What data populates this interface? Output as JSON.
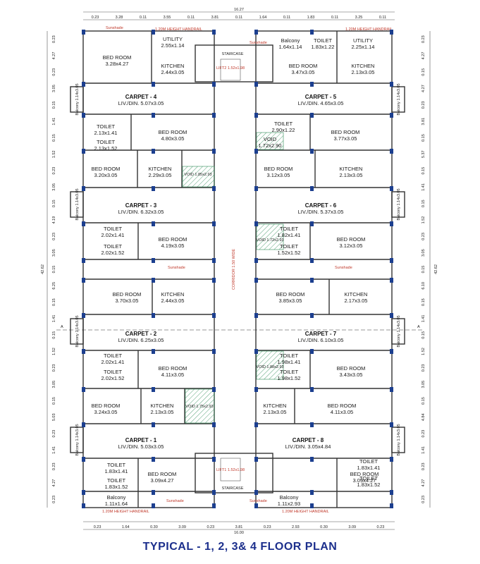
{
  "caption": "TYPICAL - 1, 2, 3& 4 FLOOR PLAN",
  "overall_top": "16.27",
  "overall_bottom": "16.00",
  "overall_side": "42.62",
  "corridor": "CORRIDOR 1.50 WIDE",
  "top_dims": [
    "0.23",
    "3.28",
    "0.11",
    "3.55",
    "0.11",
    "3.81",
    "0.11",
    "1.64",
    "0.11",
    "1.83",
    "0.11",
    "3.25",
    "0.11"
  ],
  "bottom_dims": [
    "0.23",
    "1.64",
    "0.30",
    "3.09",
    "0.23",
    "3.81",
    "0.23",
    "2.93",
    "0.30",
    "3.09",
    "0.23"
  ],
  "left_dims": [
    "0.23",
    "4.27",
    "0.23",
    "3.05",
    "0.15",
    "1.41",
    "0.15",
    "1.52",
    "0.23",
    "3.05",
    "0.15",
    "4.19",
    "0.23",
    "3.05",
    "0.15",
    "6.25",
    "0.15",
    "1.41",
    "0.15",
    "1.52",
    "0.23",
    "3.05",
    "0.15",
    "5.03",
    "0.23",
    "1.41",
    "0.23",
    "4.27",
    "0.23"
  ],
  "right_dims": [
    "0.23",
    "4.27",
    "0.15",
    "4.27",
    "0.23",
    "3.81",
    "0.15",
    "5.37",
    "0.15",
    "1.41",
    "0.15",
    "1.52",
    "0.23",
    "3.05",
    "0.15",
    "6.10",
    "0.15",
    "1.41",
    "0.15",
    "1.52",
    "0.23",
    "3.05",
    "0.15",
    "4.84",
    "0.23",
    "1.41",
    "0.23",
    "4.27",
    "0.23"
  ],
  "rooms": [
    {
      "name": "BED ROOM",
      "size": "3.28x4.27"
    },
    {
      "name": "UTILITY",
      "size": "2.55x1.14"
    },
    {
      "name": "KITCHEN",
      "size": "2.44x3.05"
    },
    {
      "name": "CARPET - 4",
      "size": "LIV./DIN. 5.07x3.05"
    },
    {
      "name": "TOILET",
      "size": "2.13x1.41"
    },
    {
      "name": "TOILET",
      "size": "2.13x1.52"
    },
    {
      "name": "BED ROOM",
      "size": "4.80x3.05"
    },
    {
      "name": "BED ROOM",
      "size": "3.20x3.05"
    },
    {
      "name": "KITCHEN",
      "size": "2.29x3.05"
    },
    {
      "name": "CARPET - 3",
      "size": "LIV./DIN. 6.32x3.05"
    },
    {
      "name": "TOILET",
      "size": "2.02x1.41"
    },
    {
      "name": "TOILET",
      "size": "2.02x1.52"
    },
    {
      "name": "BED ROOM",
      "size": "4.19x3.05"
    },
    {
      "name": "BED ROOM",
      "size": "3.70x3.05"
    },
    {
      "name": "KITCHEN",
      "size": "2.44x3.05"
    },
    {
      "name": "CARPET - 2",
      "size": "LIV./DIN. 6.25x3.05"
    },
    {
      "name": "TOILET",
      "size": "2.02x1.41"
    },
    {
      "name": "TOILET",
      "size": "2.02x1.52"
    },
    {
      "name": "BED ROOM",
      "size": "4.11x3.05"
    },
    {
      "name": "BED ROOM",
      "size": "3.24x3.05"
    },
    {
      "name": "KITCHEN",
      "size": "2.13x3.05"
    },
    {
      "name": "CARPET - 1",
      "size": "LIV./DIN. 5.03x3.05"
    },
    {
      "name": "TOILET",
      "size": "1.83x1.41"
    },
    {
      "name": "TOILET",
      "size": "1.83x1.52"
    },
    {
      "name": "BED ROOM",
      "size": "3.09x4.27"
    },
    {
      "name": "Balcony",
      "size": "1.11x1.64"
    },
    {
      "name": "Balcony",
      "size": "1.64x1.14"
    },
    {
      "name": "TOILET",
      "size": "1.83x1.22"
    },
    {
      "name": "UTILITY",
      "size": "2.25x1.14"
    },
    {
      "name": "BED ROOM",
      "size": "3.47x3.05"
    },
    {
      "name": "KITCHEN",
      "size": "2.13x3.05"
    },
    {
      "name": "CARPET - 5",
      "size": "LIV./DIN. 4.65x3.05"
    },
    {
      "name": "TOILET",
      "size": "2.90x1.22"
    },
    {
      "name": "VOID",
      "size": "1.72x2.90"
    },
    {
      "name": "BED ROOM",
      "size": "3.77x3.05"
    },
    {
      "name": "BED ROOM",
      "size": "3.12x3.05"
    },
    {
      "name": "KITCHEN",
      "size": "2.13x3.05"
    },
    {
      "name": "CARPET - 6",
      "size": "LIV./DIN. 5.37x3.05"
    },
    {
      "name": "TOILET",
      "size": "1.82x1.41"
    },
    {
      "name": "TOILET",
      "size": "1.52x1.52"
    },
    {
      "name": "BED ROOM",
      "size": "3.12x3.05"
    },
    {
      "name": "BED ROOM",
      "size": "3.85x3.05"
    },
    {
      "name": "KITCHEN",
      "size": "2.17x3.05"
    },
    {
      "name": "CARPET - 7",
      "size": "LIV./DIN. 6.10x3.05"
    },
    {
      "name": "TOILET",
      "size": "1.98x1.41"
    },
    {
      "name": "TOILET",
      "size": "1.98x1.52"
    },
    {
      "name": "BED ROOM",
      "size": "3.43x3.05"
    },
    {
      "name": "KITCHEN",
      "size": "2.13x3.05"
    },
    {
      "name": "BED ROOM",
      "size": "4.11x3.05"
    },
    {
      "name": "CARPET - 8",
      "size": "LIV./DIN. 3.05x4.84"
    },
    {
      "name": "TOILET",
      "size": "1.83x1.41"
    },
    {
      "name": "TOILET",
      "size": "1.83x1.52"
    },
    {
      "name": "BED ROOM",
      "size": "3.09x4.27"
    },
    {
      "name": "Balcony",
      "size": "1.11x2.93"
    }
  ],
  "voids": [
    "VOID 1.85x2.93",
    "VOID 1.72x2.93",
    "VOID 1.75x2.93",
    "VOID 1.88x2.93"
  ],
  "lifts": [
    "LIFT2 1.52x1.98",
    "LIFT1 1.52x1.98"
  ],
  "staircase": "STAIRCASE",
  "sunshade": "Sunshade",
  "handrail": "1.20M HEIGHT HANDRAIL",
  "balcony_side": [
    "Balcony 1.14x3.05",
    "Balcony 1.14x3.05",
    "Balcony 1.14x3.05",
    "Balcony 1.14x3.05"
  ],
  "colors": {
    "wall": "#333333",
    "column": "#1c3f8f",
    "caption": "#1c2f8c",
    "red": "#c0392b",
    "hatch": "#2e8b57"
  }
}
